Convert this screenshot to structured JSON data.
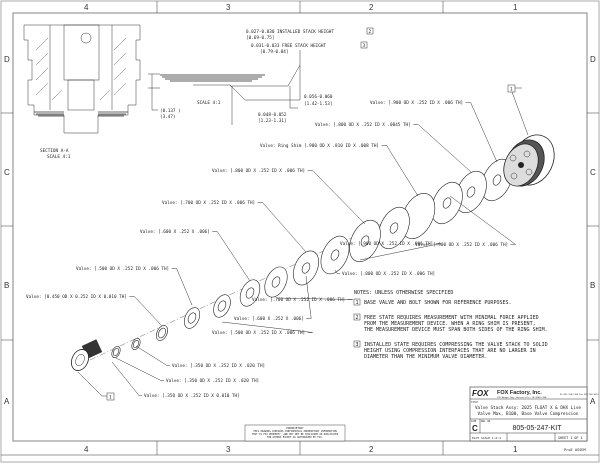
{
  "border": {
    "columns": [
      "4",
      "3",
      "2",
      "1"
    ],
    "rows": [
      "D",
      "C",
      "B",
      "A"
    ]
  },
  "section": {
    "title": "SECTION A-A",
    "scale": "SCALE 4:1",
    "dim_in": "(0.137 )",
    "dim_mm": "(3.47)"
  },
  "detail": {
    "scale": "SCALE 4:1",
    "installed_height": "0.027-0.030 INSTALLED STACK HEIGHT",
    "installed_height_mm": "[0.69-0.75]",
    "installed_note_ref": "2",
    "free_height": "0.031-0.033   FREE STACK HEIGHT",
    "free_height_mm": "[0.79-0.84]",
    "free_note_ref": "3",
    "dim_a": "0.056-0.060",
    "dim_a_mm": "[1.42-1.53]",
    "dim_b": "0.048-0.052",
    "dim_b_mm": "[1.23-1.31]"
  },
  "callouts": [
    "Valve: [.900 OD X .252 ID X .006 TH]",
    "Valve: [.800 OD X .252 ID X .0045 TH]",
    "Valve: Ring Shim [.900 OD X .810 ID X .008 TH]",
    "Valve: [.800 OD X .252 ID X .006 TH]",
    "Valve: [.700 OD X .252 ID X .006 TH]",
    "Valve: [.600 X .252 X .006]",
    "Valve: [.500 OD X .252 ID X .006 TH]",
    "Valve: [0.450 OD X 0.252 ID X 0.010 TH]",
    "Valve: [.900 OD X .252 ID X .006 TH]",
    "Valve: [.900 OD X .252 ID X .006 TH]",
    "Valve: [.800 OD X .252 ID X .006 TH]",
    "Valve: [.700 OD X .252 ID X .006 TH]",
    "Valve: [.600 X .252 X .006]",
    "Valve: [.500 OD X .252 ID X .006 TH]",
    "Valve: [.350 OD X .252 ID X .020 TH]",
    "Valve: [.350 OD X .252 ID X .020 TH]",
    "Valve: [.350 OD X .252 ID X 0.010 TH]"
  ],
  "ref_balloons": [
    "1",
    "1"
  ],
  "notes": {
    "header": "NOTES: UNLESS OTHERWISE SPECIFIED",
    "items": [
      {
        "num": "1",
        "lines": [
          "BASE VALVE AND BOLT SHOWN FOR REFERENCE PURPOSES."
        ]
      },
      {
        "num": "2",
        "lines": [
          "FREE STATE REQUIRES MEASUREMENT WITH MINIMAL FORCE APPLIED",
          "FROM THE MEASUREMENT DEVICE. WHEN A RING SHIM IS PRESENT,",
          "THE MEASUREMENT DEVICE MUST SPAN BOTH SIDES OF THE RING SHIM."
        ]
      },
      {
        "num": "3",
        "lines": [
          "INSTALLED STATE REQUIRES COMPRESSING THE VALVE STACK TO SOLID",
          "HEIGHT USING COMPRESSION INTERFACES THAT ARE NO LARGER IN",
          "DIAMETER THAN THE MINIMUM VALVE DIAMETER."
        ]
      }
    ]
  },
  "title_block": {
    "logo": "FOX",
    "company": "FOX Factory, Inc.",
    "address": "130 Hangar Way, Watsonville, CA 95076 USA",
    "phone": "Ph 831-768-1100  Fax 831-768-9312",
    "title_label": "TITLE",
    "title_line1": "Valve Stack Assy: 2025 FLOAT X & DHX Live",
    "title_line2": "Valve Max, B100, Base Valve Compression",
    "size_label": "SIZE",
    "size": "C",
    "dwg_label": "DWG. NO.",
    "dwg_no": "805-05-247-KIT",
    "plot_scale": "PLOT SCALE 1.6:1",
    "sheet": "SHEET 1 OF 1",
    "footer": "ProE ASSEM"
  },
  "proprietary": {
    "heading": "PROPRIETARY",
    "text": [
      "THIS DRAWING CONTAINS CONFIDENTIAL PROPRIETARY INFORMATION",
      "THAT IS FOX PROPERTY, AND MAY NOT BE DISCLOSED OR DUPLICATED",
      "FOR OTHERS EXCEPT AS AUTHORIZED BY FOX."
    ]
  },
  "colors": {
    "line": "#222222",
    "border": "#999999",
    "paper": "#ffffff"
  }
}
